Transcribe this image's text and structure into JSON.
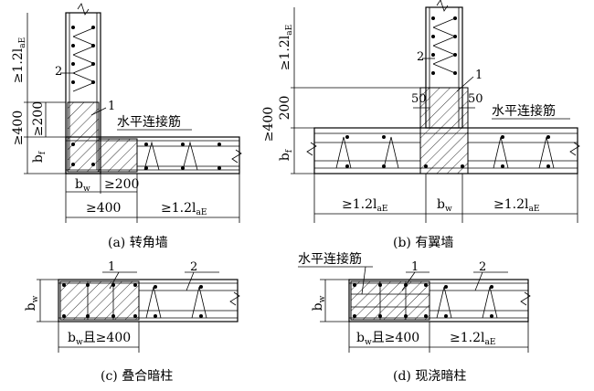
{
  "panels": {
    "a": {
      "caption": "(a) 转角墙",
      "label_hor": "水平连接筋",
      "dim_top": "≥1.2l",
      "dim_top_sub": "aE",
      "dim_400": "≥400",
      "dim_200": "≥200",
      "dim_bf": "b",
      "dim_bf_sub": "f",
      "dim_bw": "b",
      "dim_bw_sub": "w",
      "dim_200b": "≥200",
      "dim_400b": "≥400",
      "dim_right": "≥1.2l",
      "dim_right_sub": "aE",
      "tag1": "1",
      "tag2": "2"
    },
    "b": {
      "caption": "(b) 有翼墙",
      "label_hor": "水平连接筋",
      "dim_top": "≥1.2l",
      "dim_top_sub": "aE",
      "dim_400": "≥400",
      "dim_200": "200",
      "dim_50a": "50",
      "dim_50b": "50",
      "dim_bf": "b",
      "dim_bf_sub": "f",
      "dim_left": "≥1.2l",
      "dim_left_sub": "aE",
      "dim_bw": "b",
      "dim_bw_sub": "w",
      "dim_right": "≥1.2l",
      "dim_right_sub": "aE",
      "tag1": "1",
      "tag2": "2"
    },
    "c": {
      "caption": "(c) 叠合暗柱",
      "dim_bw": "b",
      "dim_bw_sub": "w",
      "dim_bottom": "b",
      "dim_bottom_sub": "w",
      "dim_bottom_tail": "且≥400",
      "tag1": "1",
      "tag2": "2"
    },
    "d": {
      "caption": "(d) 现浇暗柱",
      "label_hor": "水平连接筋",
      "dim_bw": "b",
      "dim_bw_sub": "w",
      "dim_bottom": "b",
      "dim_bottom_sub": "w",
      "dim_bottom_tail": "且≥400",
      "dim_right": "≥1.2l",
      "dim_right_sub": "aE",
      "tag1": "1",
      "tag2": "2"
    }
  }
}
